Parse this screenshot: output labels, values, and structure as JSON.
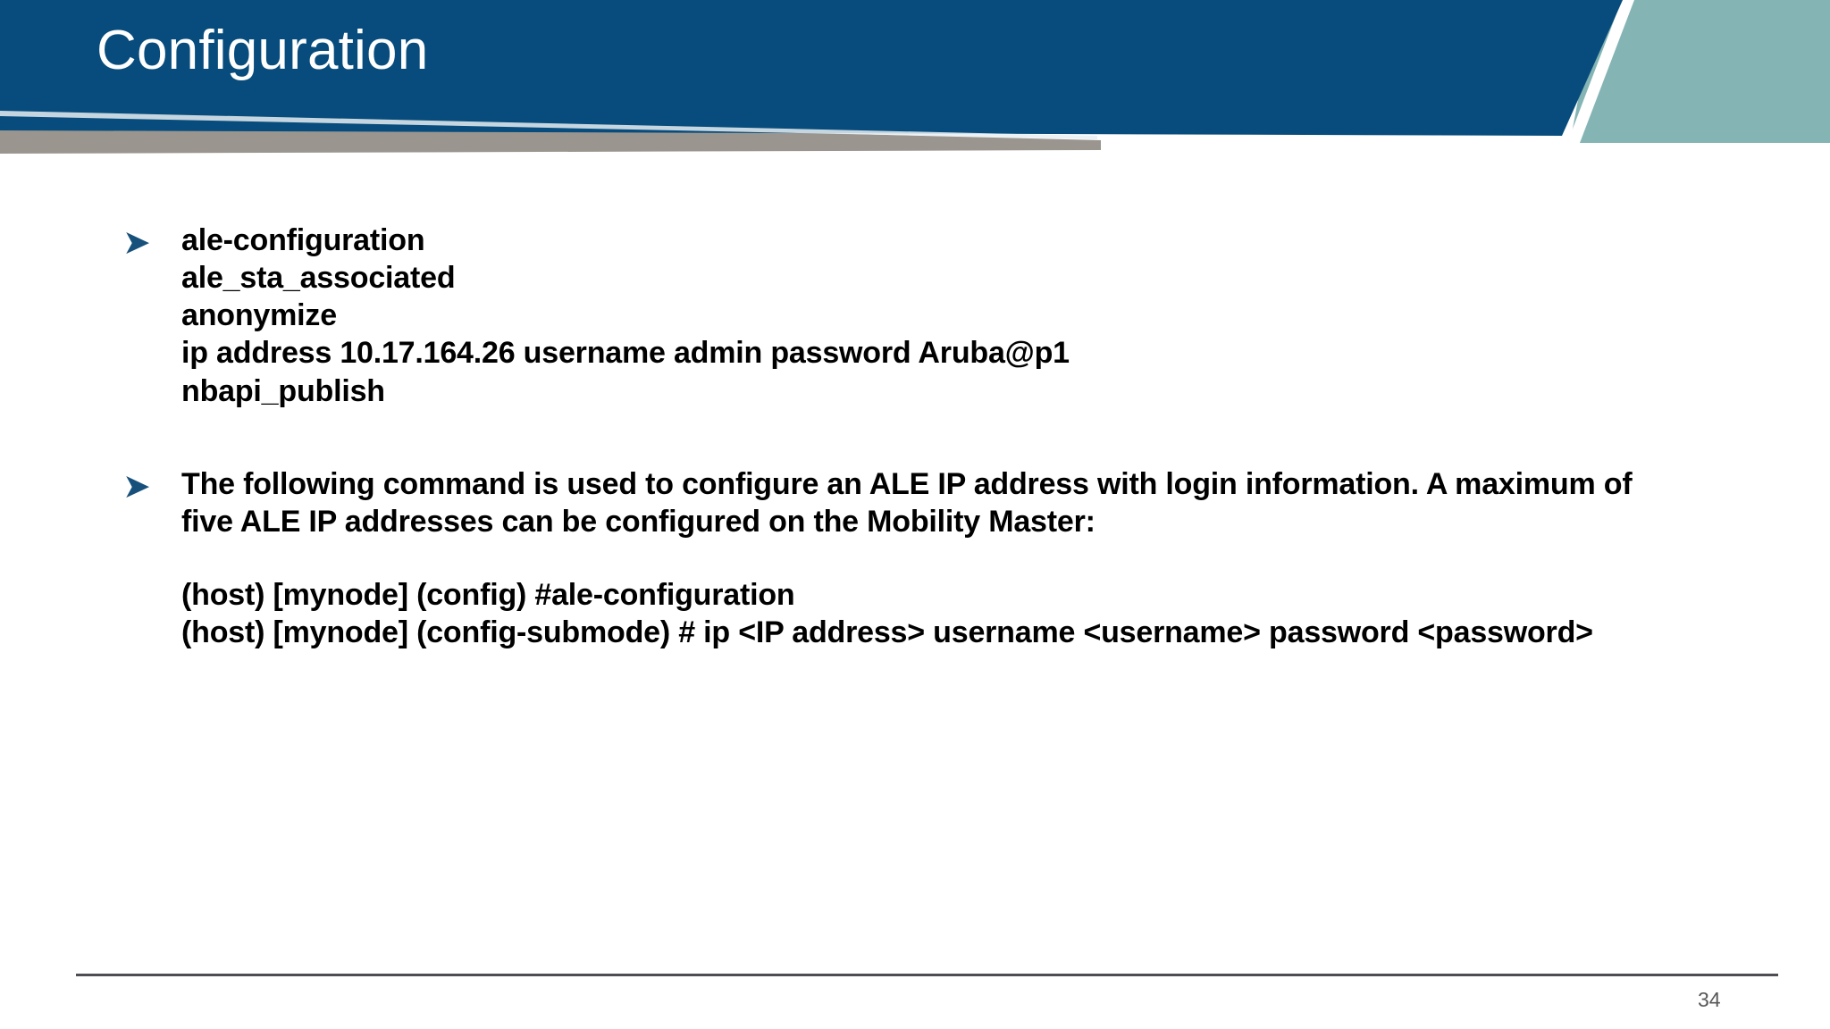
{
  "slide": {
    "title": "Configuration",
    "page_number": "34",
    "colors": {
      "header_blue": "#074c7c",
      "header_teal": "#84b4b4",
      "header_gray": "#9a958f",
      "bullet_blue": "#17517b",
      "footer_rule": "#4d4d52",
      "page_number": "#58585b",
      "body_text": "#000000",
      "background": "#ffffff"
    }
  },
  "body": {
    "bullets": [
      {
        "marker": "bullet-arrow-icon",
        "lines": [
          "ale-configuration",
          "ale_sta_associated",
          "anonymize",
          "ip address 10.17.164.26 username admin password Aruba@p1",
          "nbapi_publish"
        ]
      },
      {
        "marker": "bullet-arrow-icon",
        "lines": [
          "The following command is used to configure an ALE IP address with login information. A maximum of five ALE IP addresses can be configured on the Mobility Master:"
        ]
      }
    ],
    "command_block": [
      "(host) [mynode] (config) #ale-configuration",
      "(host) [mynode] (config-submode) # ip <IP address> username <username> password <password>"
    ]
  }
}
